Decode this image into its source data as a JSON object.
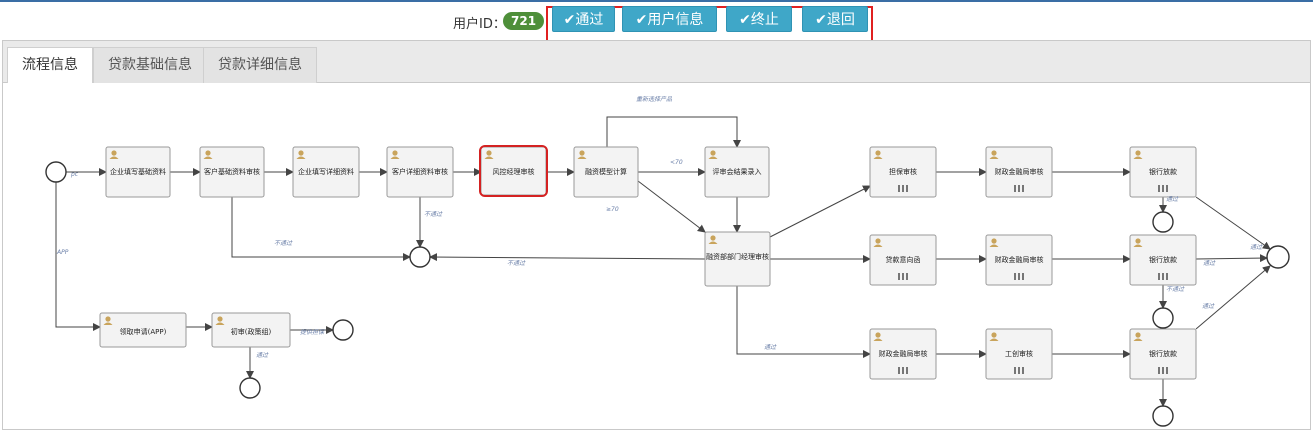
{
  "header": {
    "user_id_label": "用户ID：",
    "user_id_value": "721"
  },
  "actions": [
    {
      "label": "✔通过",
      "name": "pass-button"
    },
    {
      "label": "✔用户信息",
      "name": "user-info-button"
    },
    {
      "label": "✔终止",
      "name": "terminate-button"
    },
    {
      "label": "✔退回",
      "name": "return-button"
    }
  ],
  "tabs": [
    {
      "label": "流程信息",
      "active": true
    },
    {
      "label": "贷款基础信息",
      "active": false
    },
    {
      "label": "贷款详细信息",
      "active": false
    }
  ],
  "flow": {
    "tasks": [
      {
        "label": "企业填写基础资料"
      },
      {
        "label": "客户基础资料审核"
      },
      {
        "label": "企业填写详细资料"
      },
      {
        "label": "客户详细资料审核"
      },
      {
        "label": "风控经理审核"
      },
      {
        "label": "融资模型计算"
      },
      {
        "label": "评审会结果录入"
      },
      {
        "label": "融资部部门经理审核"
      },
      {
        "label": "担保审核"
      },
      {
        "label": "财政金融局审核"
      },
      {
        "label": "银行放款"
      },
      {
        "label": "贷款意向函"
      },
      {
        "label": "财政金融局审核"
      },
      {
        "label": "银行放款"
      },
      {
        "label": "财政金融局审核"
      },
      {
        "label": "工创审核"
      },
      {
        "label": "银行放款"
      },
      {
        "label": "领取申请(APP)"
      },
      {
        "label": "初审(政策组)"
      }
    ],
    "edge_labels": [
      {
        "text": "pc"
      },
      {
        "text": "APP"
      },
      {
        "text": "不通过"
      },
      {
        "text": "不通过"
      },
      {
        "text": "不通过"
      },
      {
        "text": "<70"
      },
      {
        "text": "≥70"
      },
      {
        "text": "重新选择产品"
      },
      {
        "text": "通过"
      },
      {
        "text": "不通过"
      },
      {
        "text": "通过"
      },
      {
        "text": "通过"
      },
      {
        "text": "通过"
      },
      {
        "text": "通过"
      },
      {
        "text": "提供担保"
      },
      {
        "text": "通过"
      }
    ]
  }
}
